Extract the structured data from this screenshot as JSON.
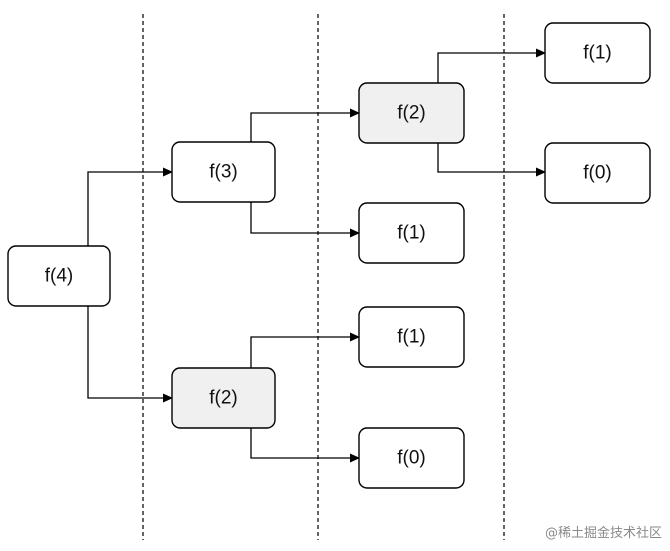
{
  "colors": {
    "node_fill": "#ffffff",
    "node_fill_repeated": "#f0f0f0",
    "stroke": "#000000"
  },
  "nodes": {
    "f4": {
      "label": "f(4)",
      "repeated": false
    },
    "f3": {
      "label": "f(3)",
      "repeated": false
    },
    "f2_left": {
      "label": "f(2)",
      "repeated": true
    },
    "f2_top": {
      "label": "f(2)",
      "repeated": true
    },
    "f1_a": {
      "label": "f(1)",
      "repeated": false
    },
    "f1_b": {
      "label": "f(1)",
      "repeated": false
    },
    "f0_a": {
      "label": "f(0)",
      "repeated": false
    },
    "f1_c": {
      "label": "f(1)",
      "repeated": false
    },
    "f0_b": {
      "label": "f(0)",
      "repeated": false
    }
  },
  "edges": [
    {
      "from": "f4",
      "to": "f3"
    },
    {
      "from": "f4",
      "to": "f2_left"
    },
    {
      "from": "f3",
      "to": "f2_top"
    },
    {
      "from": "f3",
      "to": "f1_a"
    },
    {
      "from": "f2_top",
      "to": "f1_b"
    },
    {
      "from": "f2_top",
      "to": "f0_a"
    },
    {
      "from": "f2_left",
      "to": "f1_c"
    },
    {
      "from": "f2_left",
      "to": "f0_b"
    }
  ],
  "watermark": "@稀土掘金技术社区"
}
